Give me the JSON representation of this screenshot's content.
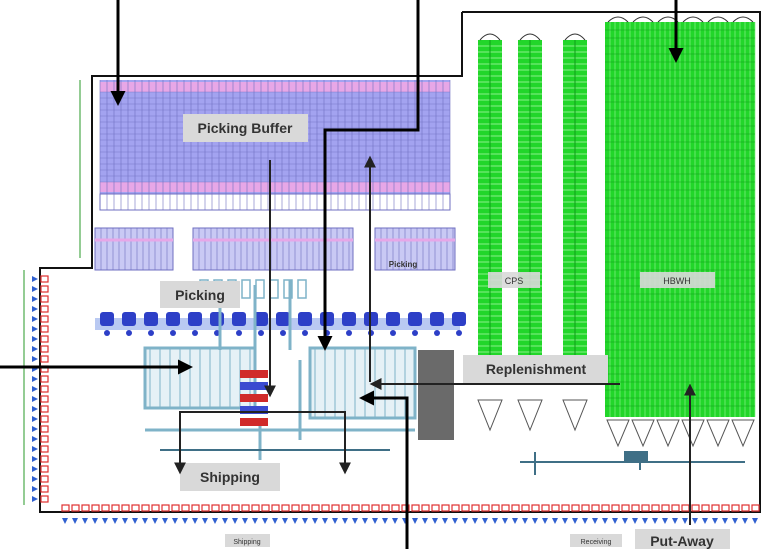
{
  "colors": {
    "wall": "#111111",
    "rack_blue": "#a3a3f0",
    "rack_pink": "#e7a7e7",
    "rack_grid": "#6f6fc0",
    "green": "#22d62a",
    "green_light": "#8af08a",
    "green_grid": "#0f9e18",
    "conveyor": "#7fb3c8",
    "conveyor_dark": "#3f6f86",
    "sorter_blue": "#2d3fc7",
    "dock_red": "#e03030",
    "dock_blue": "#3060d0",
    "label_bg": "#d9d9d9",
    "arrow": "#000000",
    "dark_block": "#6a6a6a"
  },
  "labels": {
    "picking_buffer": "Picking Buffer",
    "picking": "Picking",
    "picking_small": "Picking",
    "replenishment": "Replenishment",
    "shipping": "Shipping",
    "put_away": "Put-Away",
    "cps": "CPS",
    "hbwh": "HBWH",
    "shipping_small": "Shipping",
    "receiving_small": "Receiving"
  }
}
